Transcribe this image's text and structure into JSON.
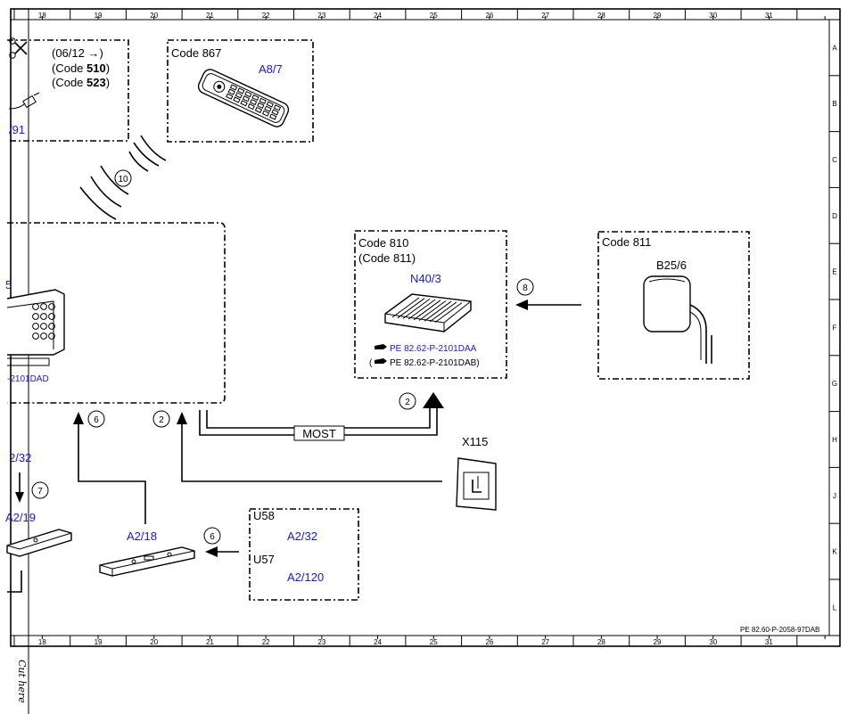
{
  "ruler": {
    "columns": [
      "18",
      "19",
      "20",
      "21",
      "22",
      "23",
      "24",
      "25",
      "26",
      "27",
      "28",
      "29",
      "30",
      "31"
    ],
    "rows": [
      "A",
      "B",
      "C",
      "D",
      "E",
      "F",
      "G",
      "H",
      "J",
      "K",
      "L"
    ]
  },
  "drawing_number": "PE 82.60-P-2058-97DAB",
  "cut_label": "Cut here",
  "box_top_left": {
    "line1": "(06/12 →)",
    "line2_prefix": "(Code ",
    "line2_code": "510",
    "line2_suffix": ")",
    "line3_prefix": "(Code ",
    "line3_code": "523",
    "line3_suffix": ")",
    "ref": "/91"
  },
  "box_remote": {
    "code": "Code 867",
    "ref": "A8/7"
  },
  "circle_10": "10",
  "box_head_unit": {
    "ref_top": "5",
    "ref_bottom": "-2101DAD"
  },
  "box_n40": {
    "code": "Code 810",
    "code2": "(Code 811)",
    "ref": "N40/3",
    "pe1": "PE 82.62-P-2101DAA",
    "pe2_open": "(",
    "pe2": "PE 82.62-P-2101DAB)"
  },
  "box_b25": {
    "code": "Code 811",
    "ref": "B25/6"
  },
  "circle_8": "8",
  "circle_2a": "2",
  "circle_2b": "2",
  "circle_6a": "6",
  "circle_6b": "6",
  "circle_7": "7",
  "most_label": "MOST",
  "x115_label": "X115",
  "left_refs": {
    "top": "2/32",
    "bottom": "A2/19"
  },
  "a218_label": "A2/18",
  "box_u": {
    "u58": "U58",
    "u58_ref": "A2/32",
    "u57": "U57",
    "u57_ref": "A2/120"
  },
  "colors": {
    "blue_ref": "#1a1ad0"
  }
}
